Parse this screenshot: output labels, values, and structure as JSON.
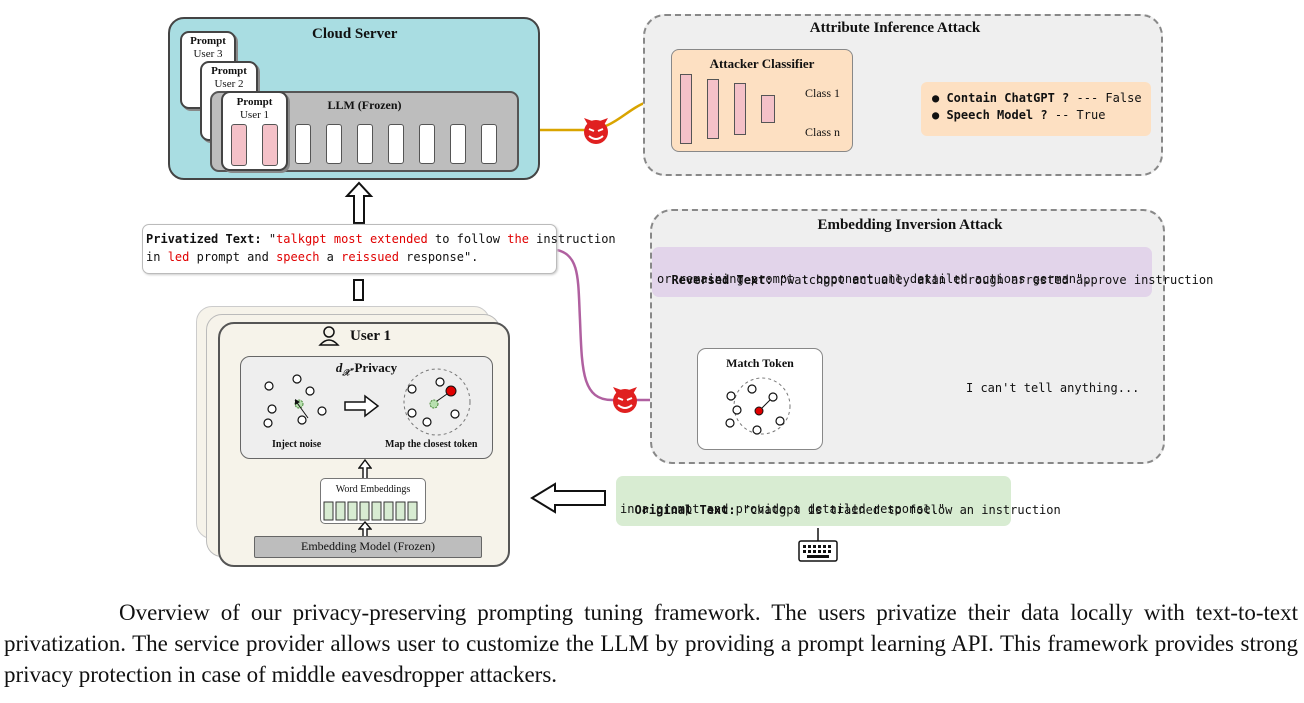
{
  "cloud": {
    "title": "Cloud Server",
    "llm_label": "LLM (Frozen)",
    "prompts": [
      {
        "title": "Prompt",
        "user": "User 3"
      },
      {
        "title": "Prompt",
        "user": "User 2"
      },
      {
        "title": "Prompt",
        "user": "User 1"
      }
    ]
  },
  "attribute_attack": {
    "title": "Attribute Inference Attack",
    "classifier_title": "Attacker Classifier",
    "class_first": "Class 1",
    "class_last": "Class n",
    "results": [
      {
        "label": "Contain ChatGPT ?",
        "value": "--- False"
      },
      {
        "label": "Speech Model ?",
        "value": "-- True"
      }
    ]
  },
  "privatized": {
    "label": "Privatized Text:",
    "segments_line1": [
      {
        "text": "\"",
        "red": false
      },
      {
        "text": "talkgpt most extended",
        "red": true
      },
      {
        "text": " to follow ",
        "red": false
      },
      {
        "text": "the",
        "red": true
      },
      {
        "text": " instruction",
        "red": false
      }
    ],
    "segments_line2": [
      {
        "text": "in ",
        "red": false
      },
      {
        "text": "led",
        "red": true
      },
      {
        "text": " prompt and ",
        "red": false
      },
      {
        "text": "speech",
        "red": true
      },
      {
        "text": " a ",
        "red": false
      },
      {
        "text": "reissued",
        "red": true
      },
      {
        "text": " response\".",
        "red": false
      }
    ]
  },
  "inversion_attack": {
    "title": "Embedding Inversion Attack",
    "reversed_label": "Reversed Text:",
    "reversed_line1": "\"watchgpt actually akin through arrested approve instruction",
    "reversed_line2": "or remaining prompt : opponent one detailed actions german\".",
    "match_title": "Match Token",
    "thought": "I can't tell anything..."
  },
  "original": {
    "label": "Original Text:",
    "line1": "\"chatgpt is trained to follow an instruction",
    "line2": "in a prompt and provide a detailed response.\""
  },
  "user": {
    "title": "User 1",
    "privacy_title_suffix": "-Privacy",
    "inject_label": "Inject noise",
    "map_label": "Map the closest token",
    "word_embeddings": "Word Embeddings",
    "embedding_model": "Embedding Model (Frozen)"
  },
  "caption": "Overview of our privacy-preserving prompting tuning framework. The users privatize their data locally with text-to-text privatization. The service provider allows user to customize the LLM by providing a prompt learning API. This framework provides strong privacy protection in case of middle eavesdropper attackers.",
  "colors": {
    "cloud_bg": "#a9dde2",
    "attack_bg": "#efefef",
    "classifier_bg": "#fde0c2",
    "reversed_bg": "#e2d4ea",
    "original_bg": "#d8ecd2",
    "token_pink": "#f4c1c8",
    "privatized_red": "#e00000",
    "arrow_gold": "#d9a400",
    "arrow_purple": "#b060a0",
    "devil_red": "#e02020"
  }
}
